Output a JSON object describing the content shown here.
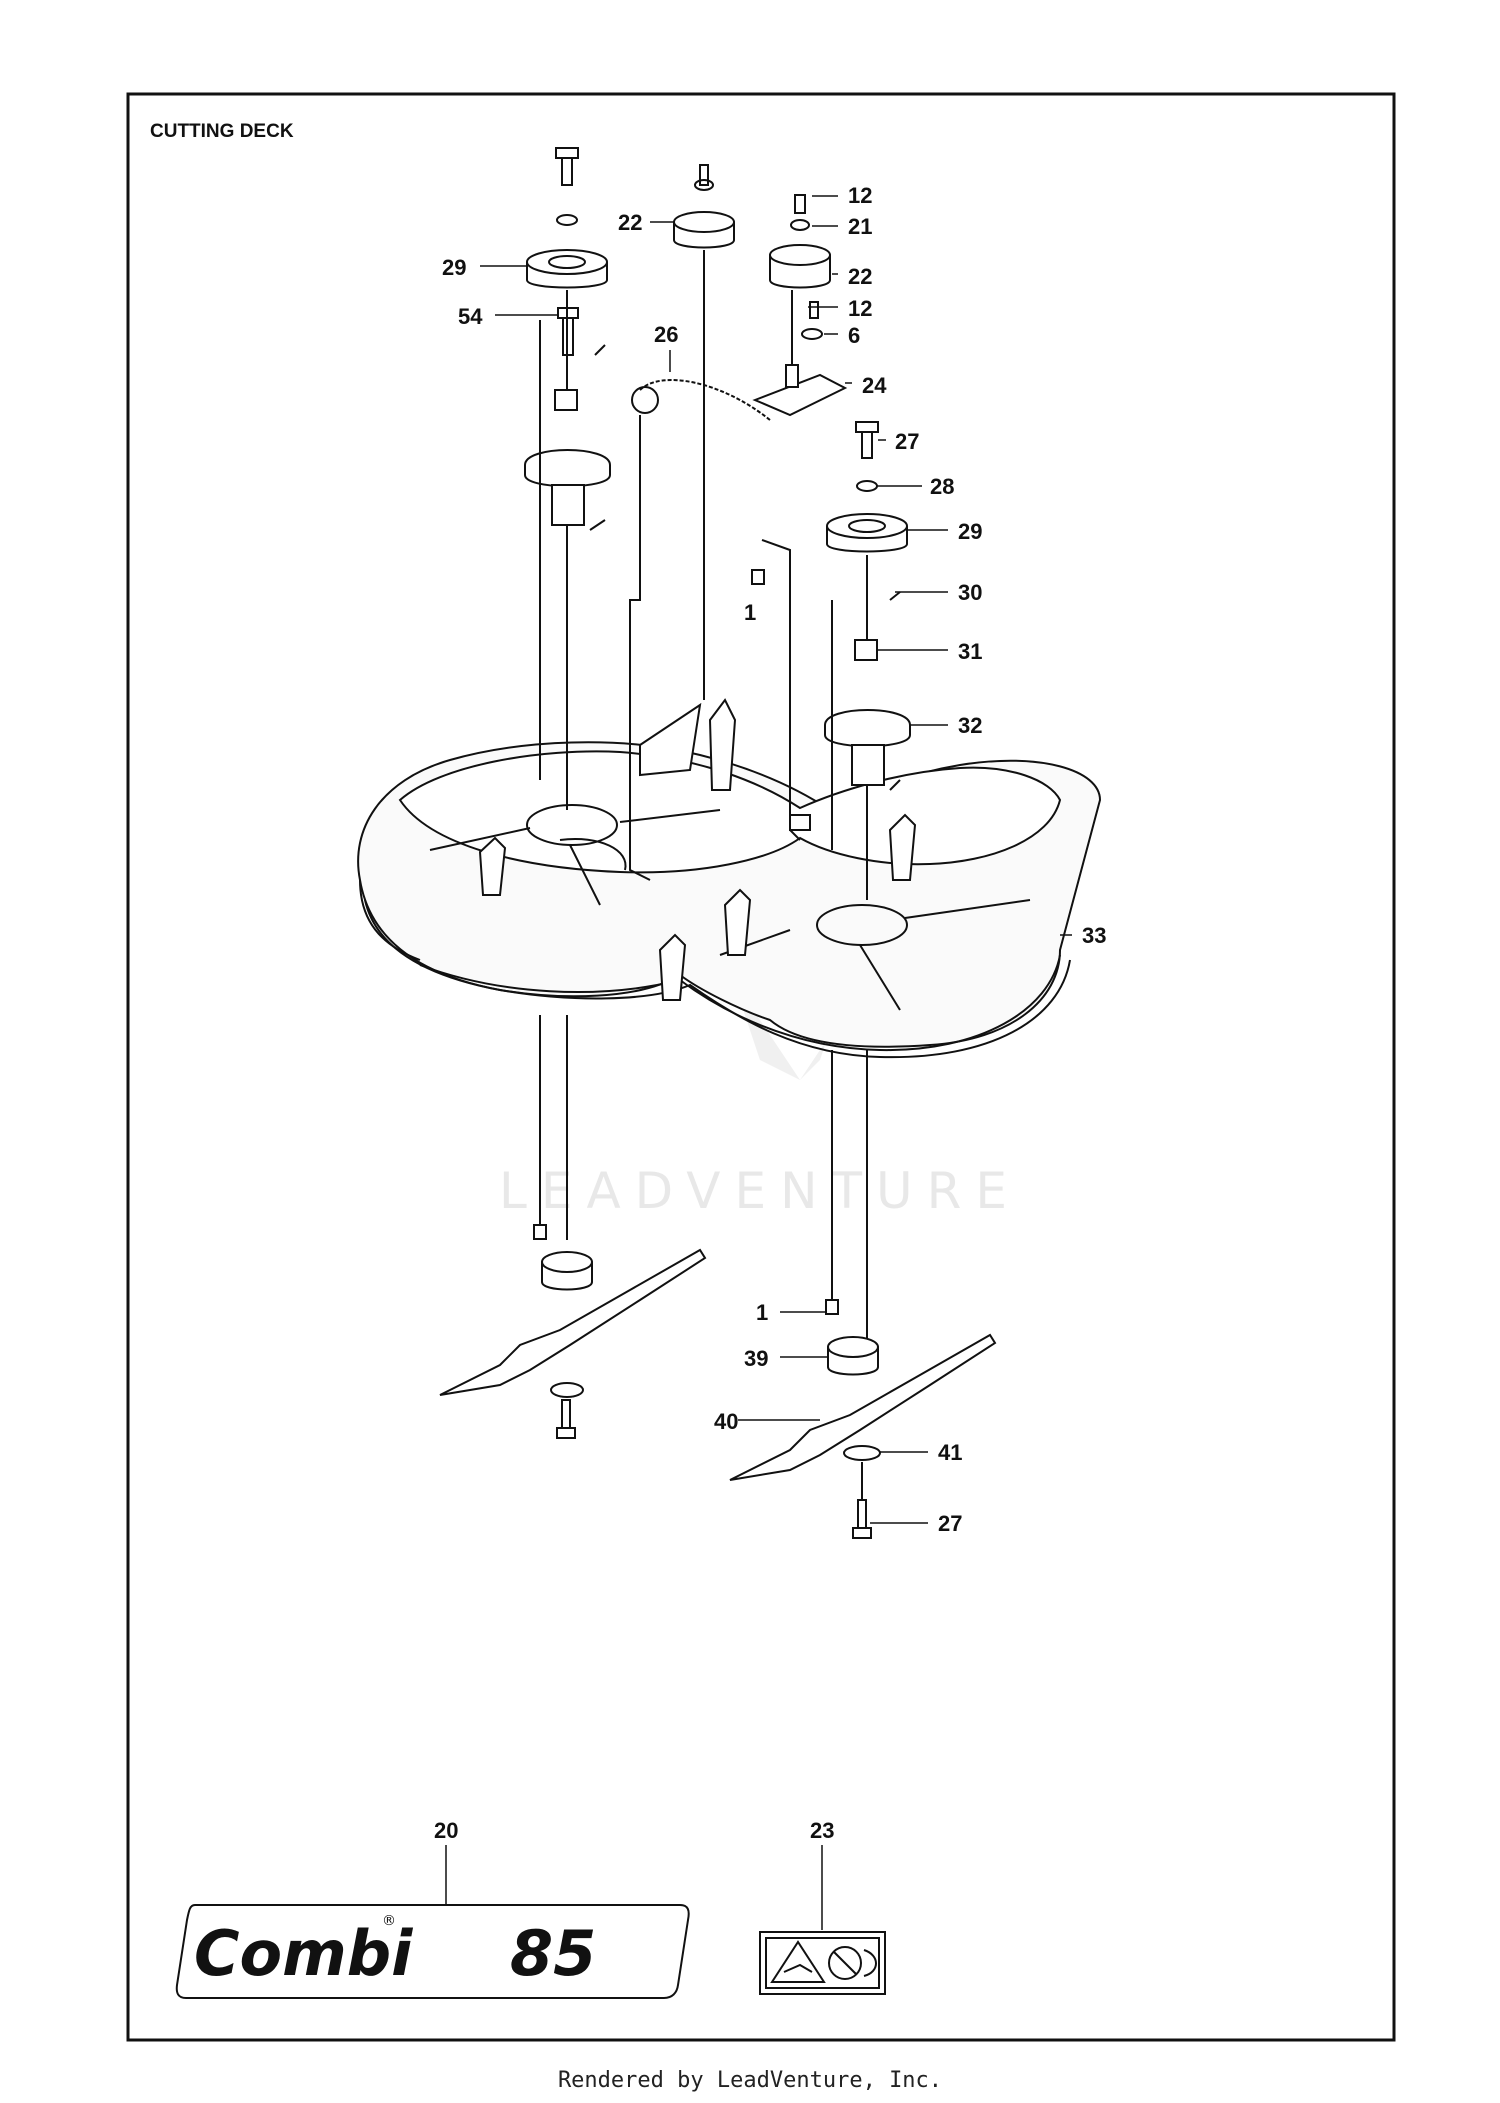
{
  "title": "CUTTING DECK",
  "watermark": "LEADVENTURE",
  "footer": "Rendered by LeadVenture, Inc.",
  "logo_decal": {
    "text": "Combi",
    "superscript": "®",
    "number": "85"
  },
  "callouts": [
    {
      "id": "c12a",
      "label": "12"
    },
    {
      "id": "c21",
      "label": "21"
    },
    {
      "id": "c22a",
      "label": "22"
    },
    {
      "id": "c22b",
      "label": "22"
    },
    {
      "id": "c29a",
      "label": "29"
    },
    {
      "id": "c12b",
      "label": "12"
    },
    {
      "id": "c54",
      "label": "54"
    },
    {
      "id": "c6",
      "label": "6"
    },
    {
      "id": "c26",
      "label": "26"
    },
    {
      "id": "c24",
      "label": "24"
    },
    {
      "id": "c27a",
      "label": "27"
    },
    {
      "id": "c28",
      "label": "28"
    },
    {
      "id": "c29b",
      "label": "29"
    },
    {
      "id": "c30",
      "label": "30"
    },
    {
      "id": "c1a",
      "label": "1"
    },
    {
      "id": "c31",
      "label": "31"
    },
    {
      "id": "c32",
      "label": "32"
    },
    {
      "id": "c33",
      "label": "33"
    },
    {
      "id": "c1b",
      "label": "1"
    },
    {
      "id": "c39",
      "label": "39"
    },
    {
      "id": "c40",
      "label": "40"
    },
    {
      "id": "c41",
      "label": "41"
    },
    {
      "id": "c27b",
      "label": "27"
    },
    {
      "id": "c20",
      "label": "20"
    },
    {
      "id": "c23",
      "label": "23"
    }
  ]
}
